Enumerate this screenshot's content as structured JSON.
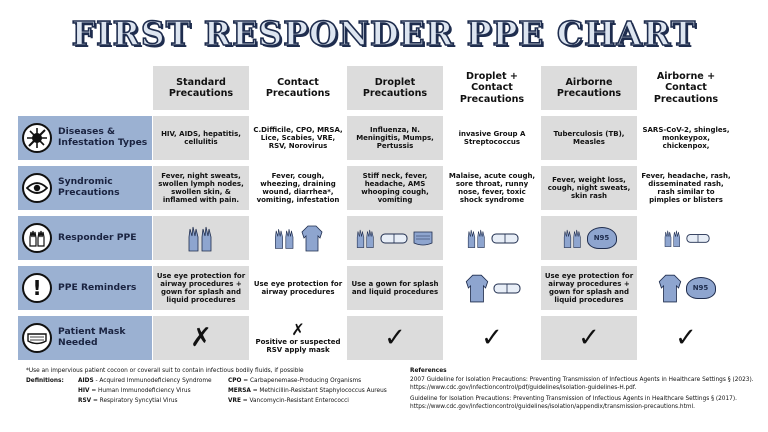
{
  "title": "FIRST RESPONDER PPE CHART",
  "columns": [
    "Standard Precautions",
    "Contact Precautions",
    "Droplet Precautions",
    "Droplet + Contact Precautions",
    "Airborne Precautions",
    "Airborne + Contact Precautions"
  ],
  "rows": {
    "diseases": {
      "label": "Diseases & Infestation Types",
      "cells": [
        "HIV, AIDS, hepatitis, cellulitis",
        "C.Difficile, CPO, MRSA, Lice, Scabies, VRE, RSV, Norovirus",
        "Influenza, N. Meningitis, Mumps, Pertussis",
        "invasive Group A Streptococcus",
        "Tuberculosis (TB), Measles",
        "SARS-CoV-2, shingles, monkeypox, chickenpox,"
      ]
    },
    "syndromic": {
      "label": "Syndromic Precautions",
      "cells": [
        "Fever, night sweats, swollen lymph nodes, swollen skin, & inflamed with pain.",
        "Fever, cough, wheezing, draining wound, diarrhea*, vomiting, infestation",
        "Stiff neck, fever, headache, AMS whooping cough, vomiting",
        "Malaise, acute cough, sore throat, runny nose, fever, toxic shock syndrome",
        "Fever, weight loss, cough, night sweats, skin rash",
        "Fever, headache, rash, disseminated rash, rash similar to pimples or blisters"
      ]
    },
    "ppe": {
      "label": "Responder PPE",
      "n95_label": "N95"
    },
    "reminders": {
      "label": "PPE Reminders",
      "cells": [
        "Use eye protection for airway procedures + gown for splash and liquid procedures",
        "Use eye protection for airway procedures",
        "Use a gown for splash and liquid procedures",
        "",
        "Use eye protection for airway procedures + gown for splash and liquid procedures",
        ""
      ]
    },
    "mask": {
      "label": "Patient Mask Needed",
      "no_mark": "✗",
      "yes_mark": "✓",
      "contact_note": "Positive or suspected RSV apply mask"
    }
  },
  "footer": {
    "note": "*Use an impervious patient cocoon or coverall suit to contain infectious bodily fluids, if possible",
    "definitions_label": "Definitions:",
    "definitions": [
      {
        "abbr": "AIDS",
        "text": "- Acquired Immunodeficiency Syndrome"
      },
      {
        "abbr": "CPO",
        "text": "= Carbapenemase-Producing Organisms"
      },
      {
        "abbr": "HIV",
        "text": "= Human Immunodeficiency Virus"
      },
      {
        "abbr": "MERSA",
        "text": "= Methicillin-Resistant Staphylococcus Aureus"
      },
      {
        "abbr": "RSV",
        "text": "= Respiratory Syncytial Virus"
      },
      {
        "abbr": "VRE",
        "text": "= Vancomycin-Resistant Enterococci"
      }
    ]
  },
  "references": {
    "title": "References",
    "items": [
      "2007 Guideline for Isolation Precautions: Preventing Transmission of Infectious Agents in Healthcare Settings § (2023). https://www.cdc.gov/infectioncontrol/pdf/guidelines/isolation-guidelines-H.pdf.",
      "Guideline for Isolation Precautions: Preventing Transmission of Infectious Agents in Healthcare Settings § (2017). https://www.cdc.gov/infectioncontrol/guidelines/isolation/appendix/transmission-precautions.html."
    ]
  },
  "colors": {
    "row_header": "#9bb1d2",
    "alt_column": "#dcdcdc",
    "ppe_blue": "#8ea5cf",
    "title_stroke": "#1f2d4e"
  }
}
